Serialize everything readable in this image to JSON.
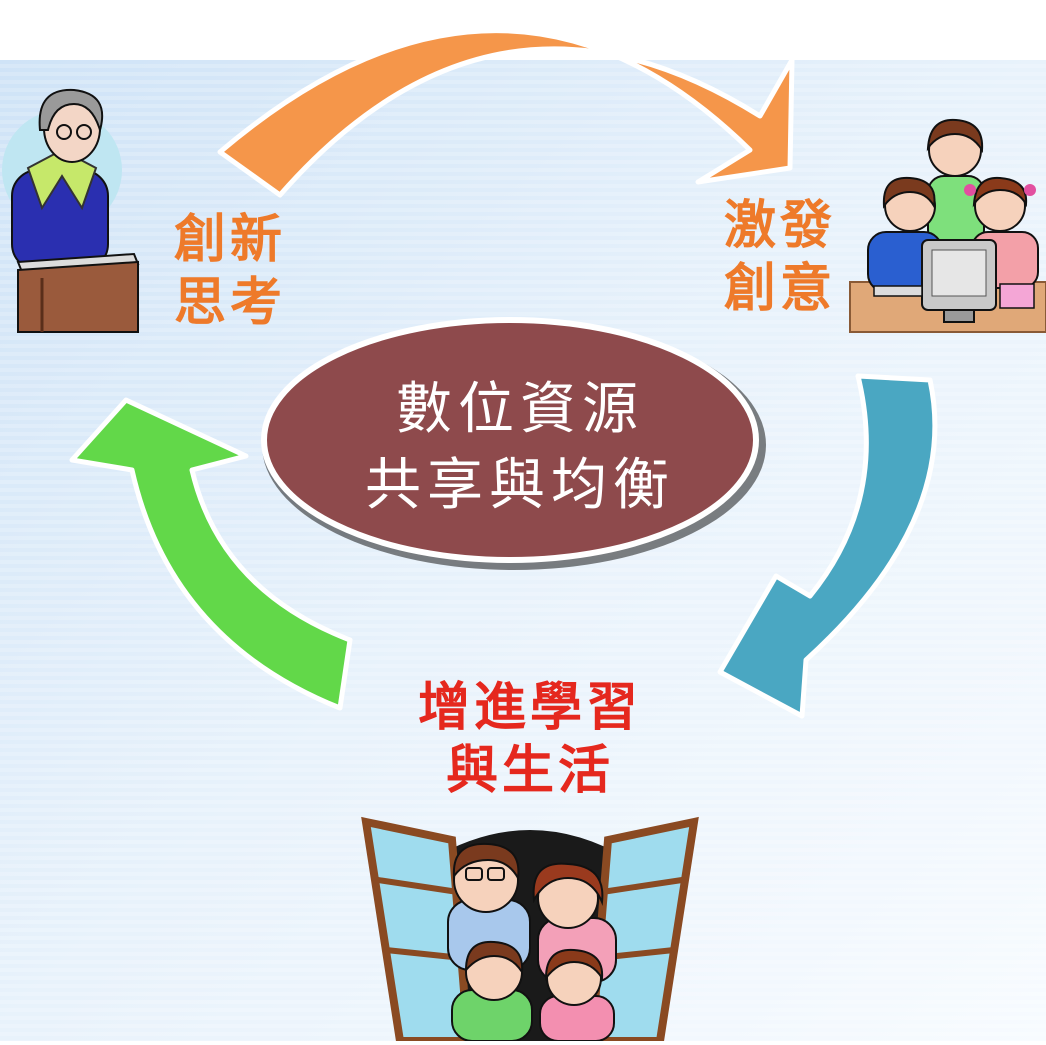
{
  "center": {
    "text": "數位資源\n共享與均衡",
    "fill": "#8e4a4c"
  },
  "nodes": {
    "top_left": {
      "label": "創新\n思考",
      "color": "#ee7a2a"
    },
    "top_right": {
      "label": "激發\n創意",
      "color": "#ee7a2a"
    },
    "bottom": {
      "label": "增進學習\n與生活",
      "color": "#e5281e"
    }
  },
  "arrows": {
    "top": "#f5964a",
    "right": "#4aa7c2",
    "left": "#62d849"
  },
  "icons": {
    "top_left": "teacher-at-podium-icon",
    "top_right": "children-at-computer-icon",
    "bottom": "family-at-window-icon"
  }
}
